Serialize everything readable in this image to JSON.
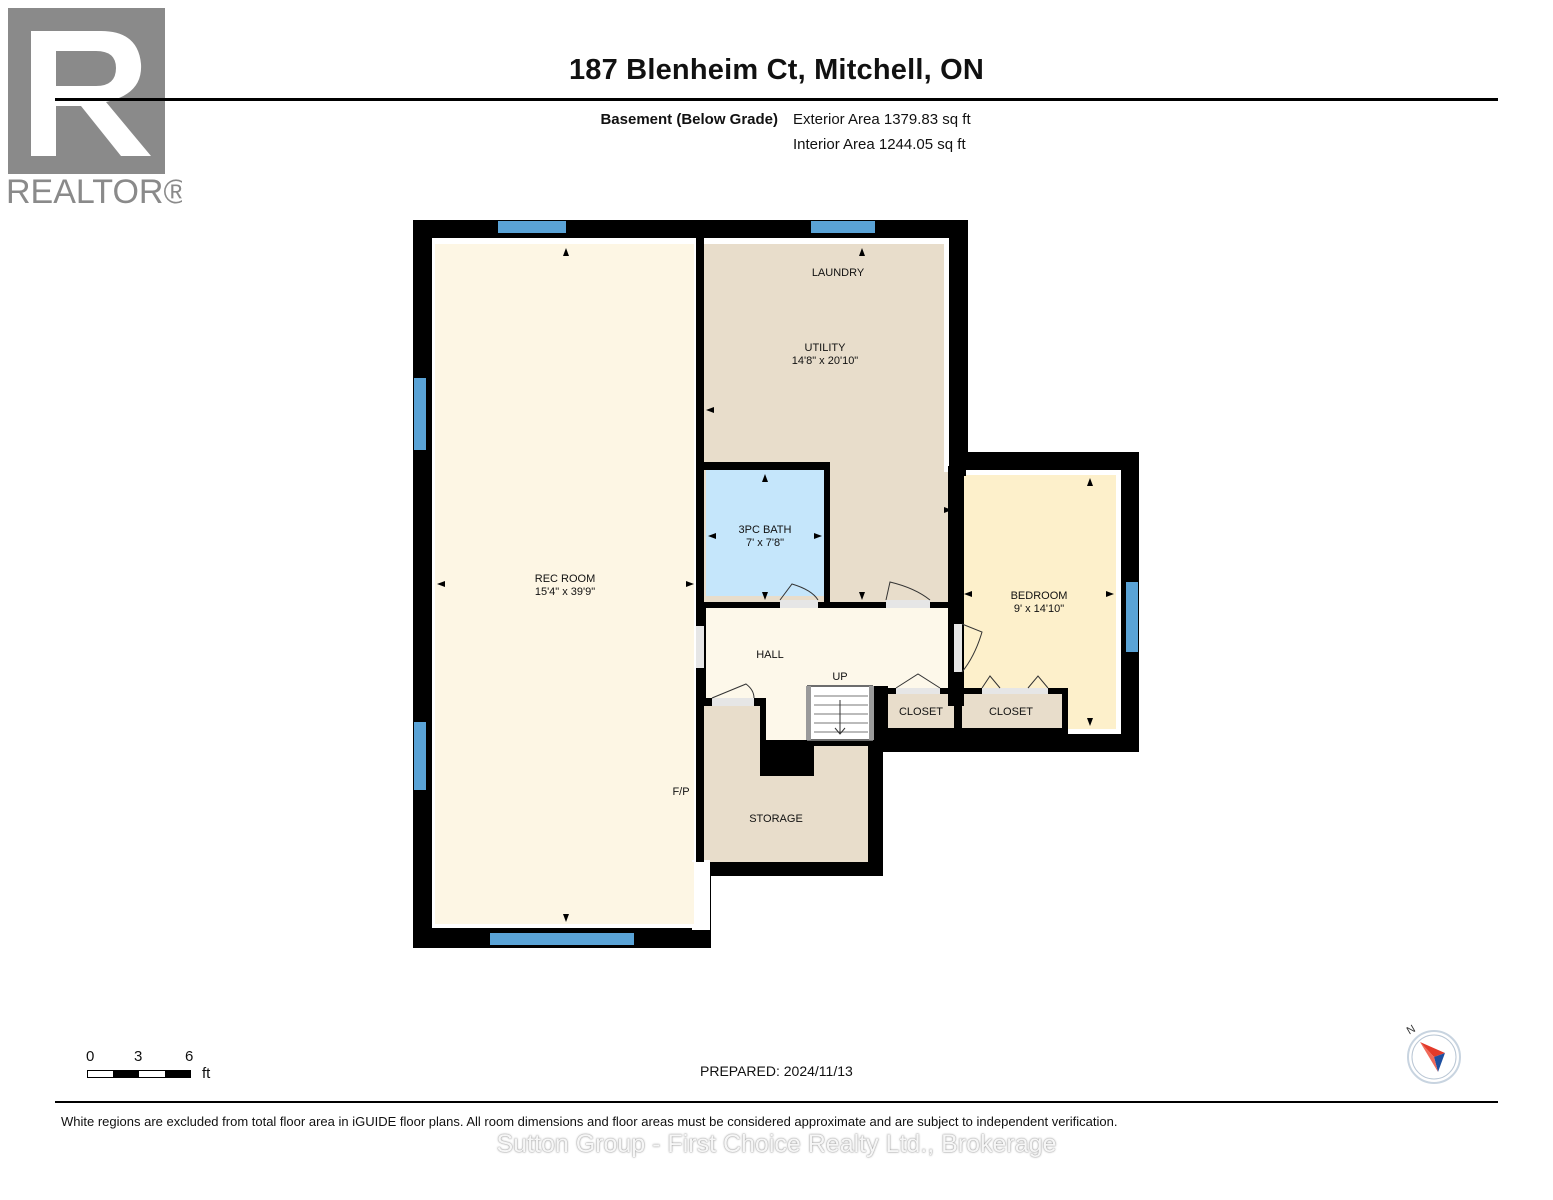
{
  "logo": {
    "brand": "REALTOR®"
  },
  "header": {
    "address": "187 Blenheim Ct, Mitchell, ON",
    "floor": "Basement (Below Grade)",
    "exterior_area": "Exterior Area 1379.83 sq ft",
    "interior_area": "Interior Area 1244.05 sq ft"
  },
  "rooms": {
    "rec_room": {
      "name": "REC ROOM",
      "dims": "15'4\" x 39'9\""
    },
    "laundry": {
      "name": "LAUNDRY"
    },
    "utility": {
      "name": "UTILITY",
      "dims": "14'8\" x 20'10\""
    },
    "bath": {
      "name": "3PC BATH",
      "dims": "7' x 7'8\""
    },
    "bedroom": {
      "name": "BEDROOM",
      "dims": "9' x 14'10\""
    },
    "hall": {
      "name": "HALL"
    },
    "stairs": {
      "name": "UP"
    },
    "closet_1": {
      "name": "CLOSET"
    },
    "closet_2": {
      "name": "CLOSET"
    },
    "storage": {
      "name": "STORAGE"
    },
    "fireplace": {
      "name": "F/P"
    }
  },
  "colors": {
    "rec_room": "#fdf6e4",
    "utility": "#e8ddcb",
    "bath": "#c5e6fb",
    "bedroom": "#fdf0cb",
    "hall": "#fdf8ea",
    "storage": "#e8ddcb",
    "closet": "#e8ddcb",
    "wall": "#000000",
    "window": "#5aa3d6"
  },
  "scale": {
    "ticks": [
      "0",
      "3",
      "6"
    ],
    "unit": "ft"
  },
  "footer": {
    "prepared": "PREPARED: 2024/11/13",
    "disclaimer": "White regions are excluded from total floor area in iGUIDE floor plans. All room dimensions and floor areas must be considered approximate and are subject to independent verification.",
    "watermark": "Sutton Group - First Choice Realty Ltd., Brokerage"
  },
  "compass": {
    "label": "N"
  }
}
